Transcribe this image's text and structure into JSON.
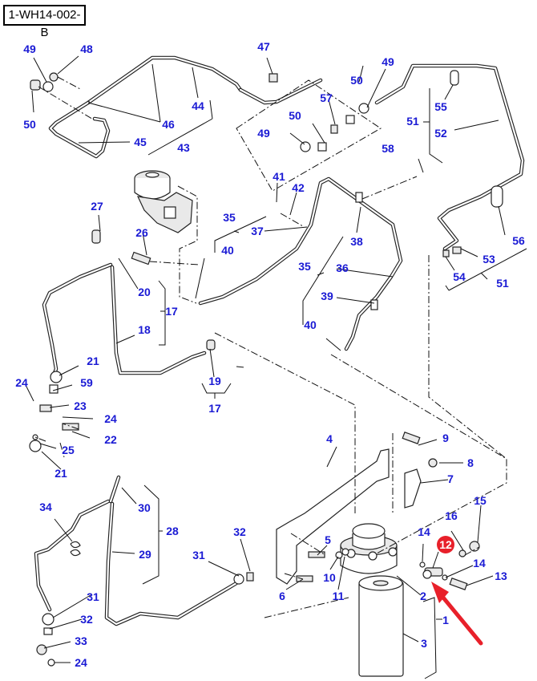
{
  "diagram": {
    "reference_code": "1-WH14-002-B",
    "highlighted_part": "12",
    "colors": {
      "label": "#1a1ad4",
      "highlight": "#e8202a",
      "arrow": "#e8202a",
      "line": "#111111"
    },
    "labels": {
      "p49a": "49",
      "p48": "48",
      "p50a": "50",
      "p46": "46",
      "p44": "44",
      "p45": "45",
      "p43": "43",
      "p47": "47",
      "p57": "57",
      "p50b": "50",
      "p49b": "49",
      "p50c": "50",
      "p49c": "49",
      "p55": "55",
      "p51a": "51",
      "p52": "52",
      "p58": "58",
      "p41": "41",
      "p42": "42",
      "p35a": "35",
      "p37": "37",
      "p40a": "40",
      "p27": "27",
      "p26": "26",
      "p20": "20",
      "p17a": "17",
      "p18": "18",
      "p38": "38",
      "p35b": "35",
      "p36": "36",
      "p39": "39",
      "p40b": "40",
      "p56": "56",
      "p53": "53",
      "p54": "54",
      "p51b": "51",
      "p21a": "21",
      "p59": "59",
      "p24a": "24",
      "p23": "23",
      "p24b": "24",
      "p22": "22",
      "p25": "25",
      "p21b": "21",
      "p19": "19",
      "p17b": "17",
      "p4": "4",
      "p9": "9",
      "p8": "8",
      "p7": "7",
      "p34": "34",
      "p30": "30",
      "p28": "28",
      "p29": "29",
      "p32a": "32",
      "p31a": "31",
      "p15": "15",
      "p16": "16",
      "p14a": "14",
      "p5": "5",
      "p14b": "14",
      "p13": "13",
      "p10": "10",
      "p6": "6",
      "p11": "11",
      "p2": "2",
      "p1": "1",
      "p31b": "31",
      "p32b": "32",
      "p33": "33",
      "p24c": "24",
      "p3": "3",
      "p12": "12"
    }
  }
}
